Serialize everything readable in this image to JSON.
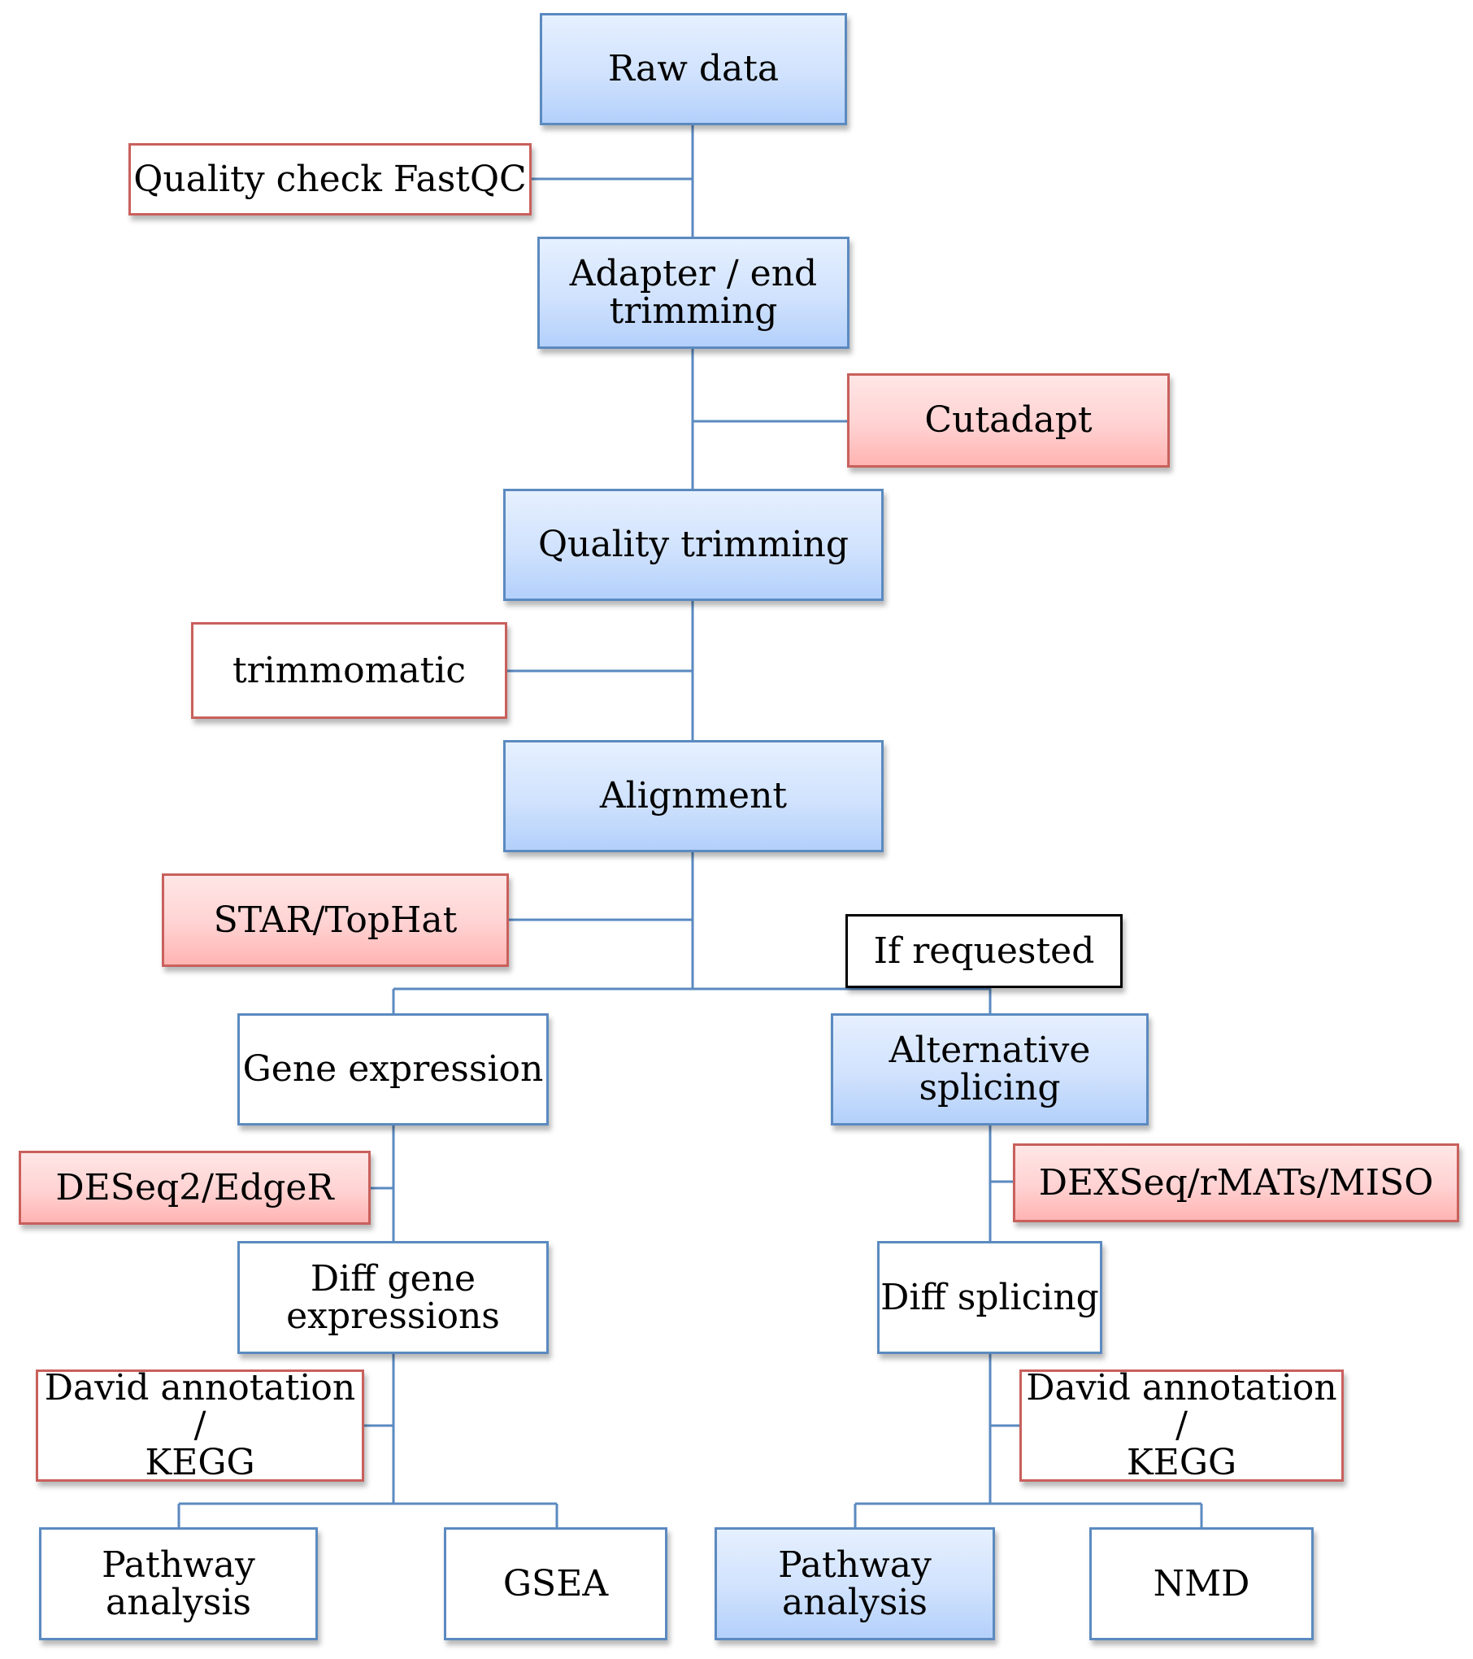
{
  "diagram": {
    "nodes": {
      "raw_data": "Raw data",
      "quality_check": "Quality check FastQC",
      "adapter_trimming": "Adapter / end\ntrimming",
      "cutadapt": "Cutadapt",
      "quality_trimming": "Quality trimming",
      "trimmomatic": "trimmomatic",
      "alignment": "Alignment",
      "star_tophat": "STAR/TopHat",
      "if_requested": "If requested",
      "gene_expression": "Gene expression",
      "alternative_splicing": "Alternative\nsplicing",
      "deseq_edger": "DESeq2/EdgeR",
      "dexseq_rmats_miso": "DEXSeq/rMATs/MISO",
      "diff_gene_expressions": "Diff gene\nexpressions",
      "diff_splicing": "Diff splicing",
      "david_kegg_left": "David annotation /\nKEGG",
      "david_kegg_right": "David annotation /\nKEGG",
      "pathway_left": "Pathway\nanalysis",
      "gsea": "GSEA",
      "pathway_right": "Pathway\nanalysis",
      "nmd": "NMD"
    },
    "colors": {
      "process_fill": "#cfe1fd",
      "process_border": "#5b8ac0",
      "tool_fill": "#ffcfcf",
      "tool_border": "#c9605c",
      "connector": "#5b8ac0",
      "note_border": "#000000"
    }
  }
}
